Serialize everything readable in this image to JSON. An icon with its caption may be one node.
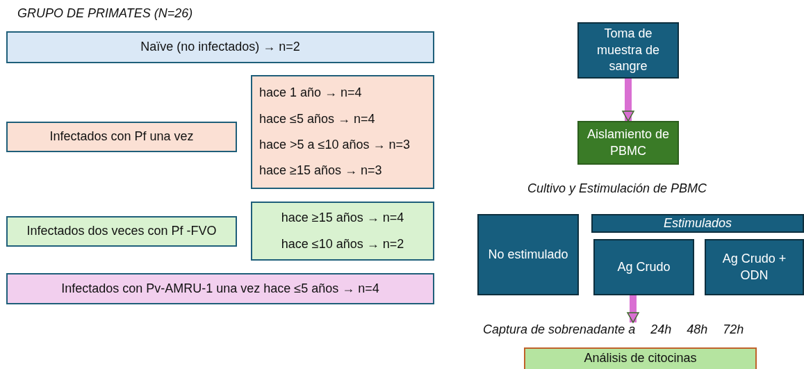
{
  "diagram": {
    "title": "GRUPO DE PRIMATES (N=26)",
    "nodes": [
      {
        "text": [
          "Naïve (no infectados) → n=2"
        ]
      },
      {
        "text": [
          "Infectados con Pf una vez"
        ]
      },
      {
        "text": [
          "hace 1 año → n=4",
          "hace ≤5 años → n=4",
          "hace >5 a ≤10 años → n=3",
          "hace ≥15 años → n=3"
        ]
      },
      {
        "text": [
          "Infectados dos veces con Pf -FVO"
        ]
      },
      {
        "text": [
          "hace ≥15 años → n=4",
          "hace ≤10 años → n=2"
        ]
      },
      {
        "text": [
          "Infectados con Pv-AMRU-1 una vez hace ≤5 años → n=4"
        ]
      },
      {
        "text": [
          "Toma de muestra de sangre"
        ]
      },
      {
        "text": [
          "Aislamiento de PBMC"
        ]
      },
      {
        "text": [
          "No estimulado"
        ]
      },
      {
        "text": [
          "Estimulados"
        ]
      },
      {
        "text": [
          "Ag Crudo"
        ]
      },
      {
        "text": [
          "Ag Crudo + ODN"
        ]
      },
      {
        "text": [
          "Captura de sobrenadante a",
          "24h",
          "48h",
          "72h"
        ]
      },
      {
        "text": [
          "Análisis de citocinas"
        ]
      }
    ],
    "edges": [
      {
        "from": 6,
        "to": 7,
        "arrow": "to"
      },
      {
        "from": 10,
        "to": 12,
        "arrow": "to"
      }
    ],
    "labels": [
      "Cultivo y Estimulación de PBMC"
    ]
  }
}
